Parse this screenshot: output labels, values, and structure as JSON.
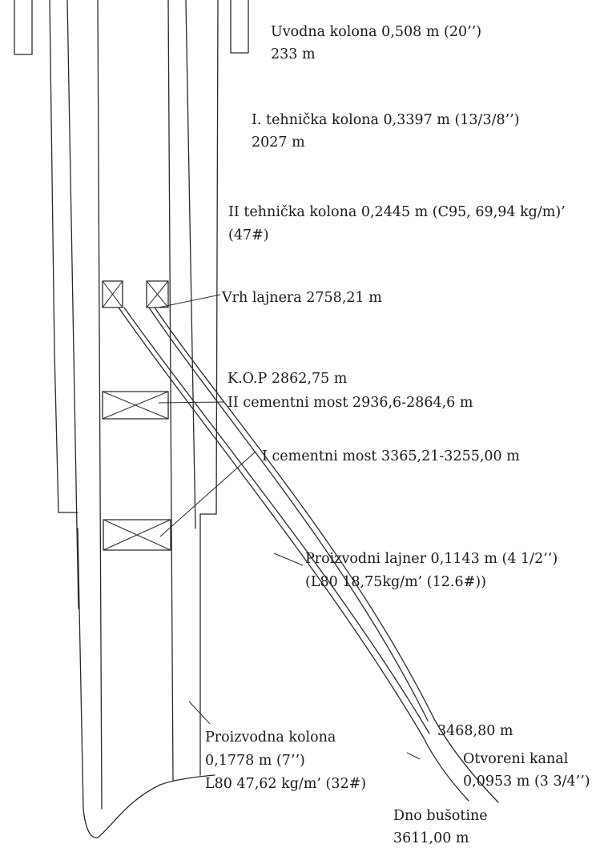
{
  "diagram": {
    "labels": {
      "uvodna_title": "Uvodna kolona 0,508 m (20’’)",
      "uvodna_depth": "233 m",
      "tehnicka1_title": "I. tehnička kolona 0,3397 m (13/3/8’’)",
      "tehnicka1_depth": "2027 m",
      "tehnicka2_title": "II tehnička kolona  0,2445 m (C95, 69,94 kg/m)’",
      "tehnicka2_weight": "(47#)",
      "vrh_lajnera": "Vrh lajnera 2758,21 m",
      "kop": "K.O.P 2862,75 m",
      "most2": "II cementni most 2936,6-2864,6 m",
      "most1": "I cementni most 3365,21-3255,00 m",
      "lajner_title": "Proizvodni lajner 0,1143 m (4 1/2’’)",
      "lajner_spec": "(L80  18,75kg/m’ (12.6#))",
      "depth_3468": "3468,80 m",
      "otvoreni_title": "Otvoreni kanal",
      "otvoreni_size": "0,0953 m (3 3/4’’)",
      "kolona_title": "Proizvodna kolona",
      "kolona_size": "0,1778 m (7’’)",
      "kolona_spec": "L80 47,62 kg/m’ (32#)",
      "dno_title": "Dno bušotine",
      "dno_depth": "3611,00 m"
    }
  }
}
